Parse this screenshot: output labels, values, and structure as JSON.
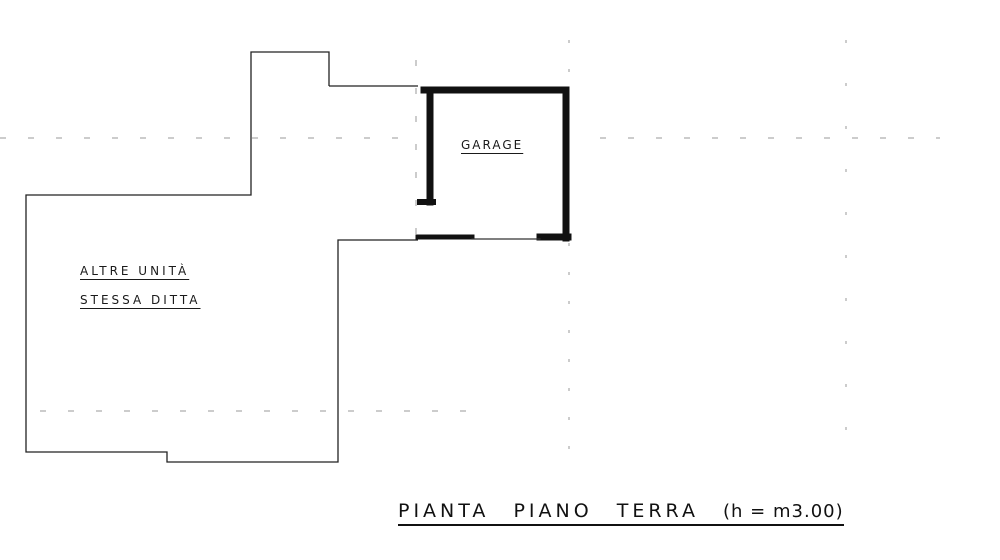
{
  "drawing": {
    "garage_label": "GARAGE",
    "other_units_line1": "ALTRE UNITÀ",
    "other_units_line2": "STESSA DITTA",
    "title_words": [
      "PIANTA",
      "PIANO",
      "TERRA"
    ],
    "title_height_note": "(h = m3.00)"
  },
  "colors": {
    "ink": "#111111",
    "background": "#ffffff"
  }
}
